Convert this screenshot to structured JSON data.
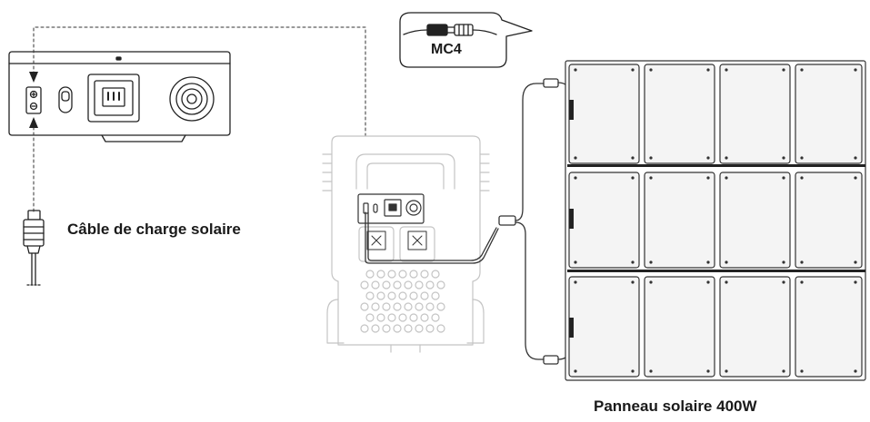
{
  "labels": {
    "mc4": "MC4",
    "cable": "Câble de charge solaire",
    "panel": "Panneau solaire 400W"
  },
  "colors": {
    "line": "#222222",
    "faded": "#c4c4c4",
    "panel_fill": "#f4f4f4"
  }
}
